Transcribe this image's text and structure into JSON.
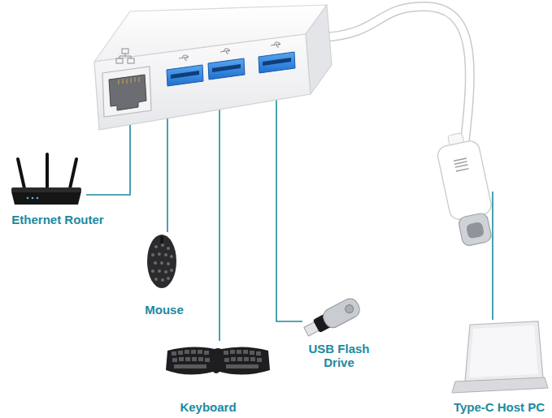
{
  "diagram": {
    "labels": [
      "Ethernet Router",
      "Mouse",
      "Keyboard",
      "USB Flash Drive",
      "Type-C Host PC"
    ]
  }
}
